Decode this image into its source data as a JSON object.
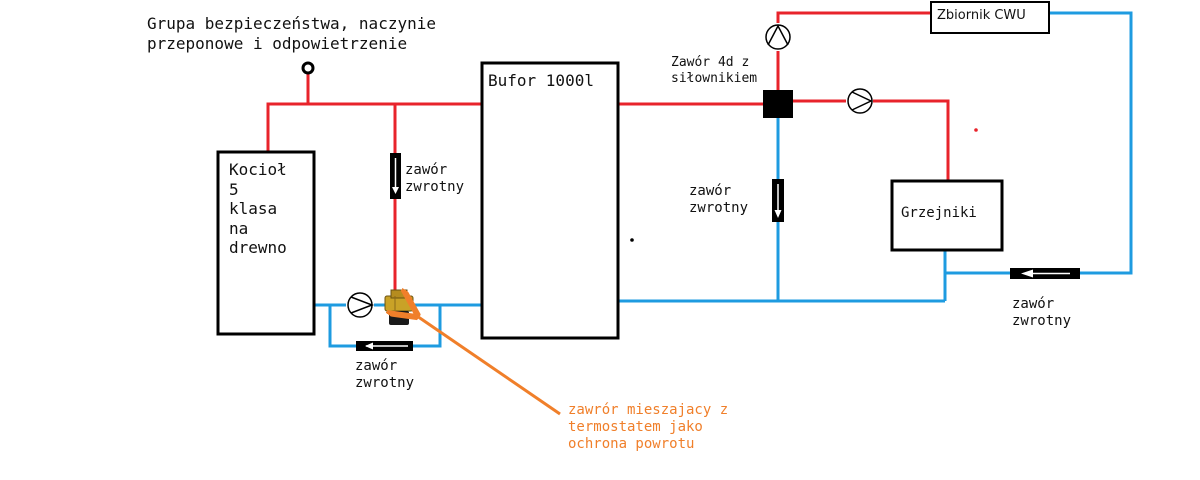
{
  "colors": {
    "supply": "#e8232b",
    "return": "#1e9be0",
    "line": "#000000",
    "annotation": "#f07f2a",
    "valve_body": "#c9a227"
  },
  "labels": {
    "safety_group": "Grupa bezpieczeństwa, naczynie\nprzeponowe i odpowietrzenie",
    "boiler": "Kocioł\n5\nklasa\nna\ndrewno",
    "buffer": "Bufor 1000l",
    "valve_4d": "Zawór 4d z\nsiłownikiem",
    "dhw_tank": "Zbiornik CWU",
    "radiators": "Grzejniki",
    "check_valve_bypass": "zawór\nzwrotny",
    "check_valve_mid": "zawór\nzwrotny",
    "check_valve_bottom_left": "zawór\nzwrotny",
    "check_valve_bottom_right": "zawór\nzwrotny",
    "mixing_valve_note": "zawrór mieszajacy z\ntermostatem jako\nochrona powrotu"
  },
  "icons": [
    "pump-icon",
    "check-valve-icon",
    "four-way-valve-icon",
    "thermostatic-mixing-valve-icon",
    "arrow-icon"
  ]
}
